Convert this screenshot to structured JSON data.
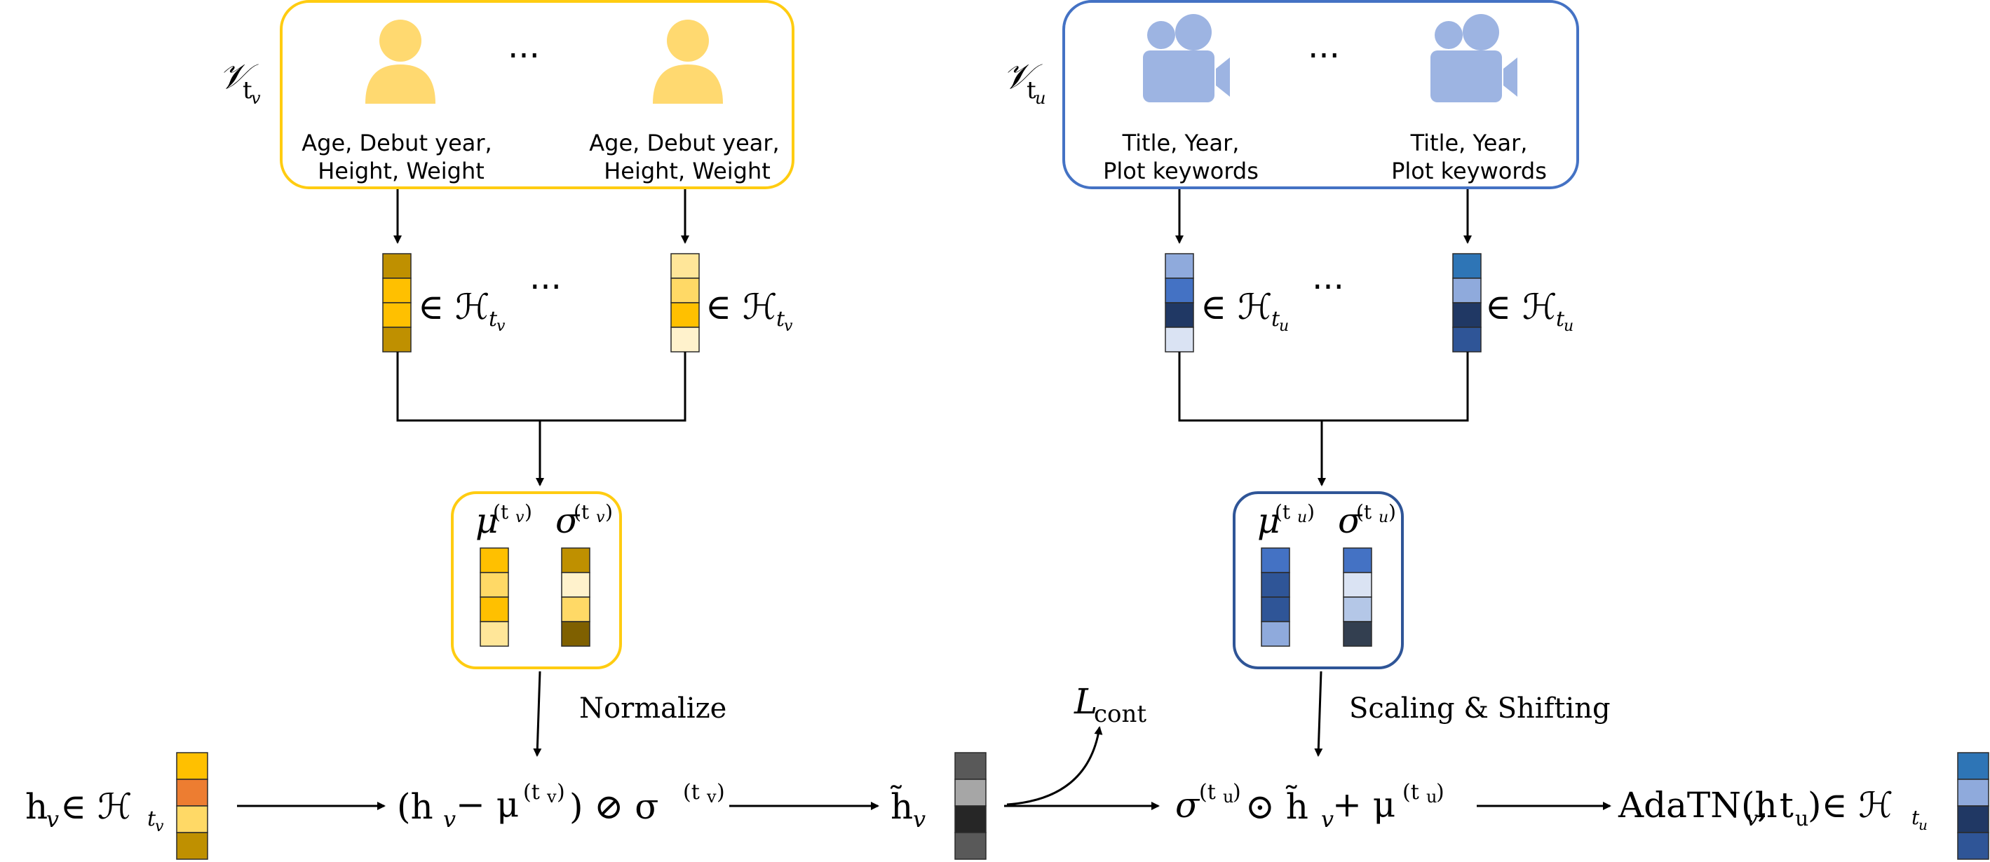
{
  "left_group": {
    "set_symbol": "𝒱",
    "set_sub": "t",
    "set_subsub": "v",
    "node_label_line1": "Age, Debut year,",
    "node_label_line2": "Height, Weight",
    "ellipsis": "···",
    "member_symbol": "∈ ℋ",
    "member_sub": "t",
    "member_subsub": "v",
    "colors": {
      "box": "#FFCC11",
      "icon": "#FFD970"
    },
    "vec_left_colors": [
      "#BF9000",
      "#FFC000",
      "#FFC000",
      "#BF9000"
    ],
    "vec_right_colors": [
      "#FFE699",
      "#FFD966",
      "#FFC000",
      "#FFF2CC"
    ],
    "stats": {
      "mu": "μ",
      "sigma": "σ",
      "sup": "(t",
      "supsub": "v",
      "supclose": ")",
      "mu_colors": [
        "#FFC000",
        "#FFD966",
        "#FFC000",
        "#FFE699"
      ],
      "sigma_colors": [
        "#BF9000",
        "#FFF2CC",
        "#FFD966",
        "#7F6000"
      ]
    },
    "step_label": "Normalize"
  },
  "right_group": {
    "set_symbol": "𝒱",
    "set_sub": "t",
    "set_subsub": "u",
    "node_label_line1": "Title, Year,",
    "node_label_line2": "Plot keywords",
    "ellipsis": "···",
    "member_symbol": "∈ ℋ",
    "member_sub": "t",
    "member_subsub": "u",
    "colors": {
      "box": "#4472C4",
      "icon": "#9DB4E2"
    },
    "vec_left_colors": [
      "#8FAADC",
      "#4472C4",
      "#203864",
      "#DAE3F3"
    ],
    "vec_right_colors": [
      "#2E75B6",
      "#8FAADC",
      "#203864",
      "#2F5597"
    ],
    "stats": {
      "mu": "μ",
      "sigma": "σ",
      "sup": "(t",
      "supsub": "u",
      "supclose": ")",
      "mu_colors": [
        "#4472C4",
        "#2F5597",
        "#2F5597",
        "#8FAADC"
      ],
      "sigma_colors": [
        "#4472C4",
        "#DAE3F3",
        "#B4C7E7",
        "#333F50"
      ]
    },
    "step_label": "Scaling & Shifting"
  },
  "pipeline": {
    "input_h": "h",
    "input_sub": "v",
    "input_member": "∈ ℋ",
    "input_member_sub": "t",
    "input_member_subsub": "v",
    "input_colors": [
      "#FFC000",
      "#ED7D31",
      "#FFD966",
      "#BF9000"
    ],
    "normalize_expr": "(h",
    "normalize_expr_sub": "v",
    "normalize_minus": " − μ",
    "normalize_sup": "(t",
    "normalize_supsub": "v",
    "normalize_supclose": ")",
    "normalize_rest": ") ⊘ σ",
    "htilde": "h̃",
    "htilde_sub": "v",
    "htilde_colors": [
      "#595959",
      "#A6A6A6",
      "#262626",
      "#595959"
    ],
    "loss": "L",
    "loss_sub": "cont",
    "scale_sigma": "σ",
    "scale_sup": "(t",
    "scale_supsub": "u",
    "scale_supclose": ")",
    "scale_odot": " ⊙ h̃",
    "scale_sub": "v",
    "scale_plus": " + μ",
    "output_label": "AdaTN(h",
    "output_sub1": "v",
    "output_mid": ", t",
    "output_sub2": "u",
    "output_close": ")∈ ℋ",
    "output_member_sub": "t",
    "output_member_subsub": "u",
    "output_colors": [
      "#2E75B6",
      "#8FAADC",
      "#203864",
      "#2F5597"
    ]
  }
}
